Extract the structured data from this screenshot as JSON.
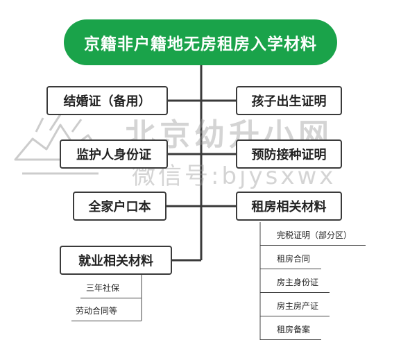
{
  "title": "京籍非户籍地无房租房入学材料",
  "left_items": [
    {
      "label": "结婚证（备用）"
    },
    {
      "label": "监护人身份证"
    },
    {
      "label": "全家户口本"
    },
    {
      "label": "就业相关材料",
      "children": [
        "三年社保",
        "劳动合同等"
      ]
    }
  ],
  "right_items": [
    {
      "label": "孩子出生证明"
    },
    {
      "label": "预防接种证明"
    },
    {
      "label": "租房相关材料",
      "children": [
        "完税证明（部分区）",
        "租房合同",
        "房主身份证",
        "房主房产证",
        "租房备案"
      ]
    }
  ],
  "watermark": {
    "title": "北京幼升小网",
    "subtitle": "微信号:bjysxwx"
  },
  "colors": {
    "title_bg": "#1aa34a",
    "line": "#3a3a3a"
  }
}
